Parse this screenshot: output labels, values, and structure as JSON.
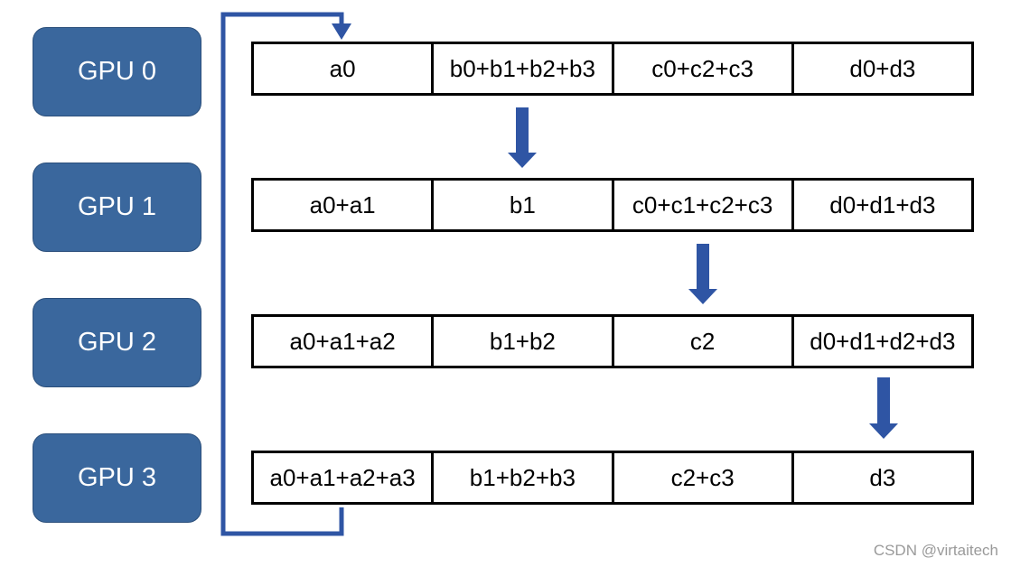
{
  "gpus": [
    {
      "label": "GPU 0"
    },
    {
      "label": "GPU 1"
    },
    {
      "label": "GPU 2"
    },
    {
      "label": "GPU 3"
    }
  ],
  "rows": [
    {
      "cells": [
        "a0",
        "b0+b1+b2+b3",
        "c0+c2+c3",
        "d0+d3"
      ]
    },
    {
      "cells": [
        "a0+a1",
        "b1",
        "c0+c1+c2+c3",
        "d0+d1+d3"
      ]
    },
    {
      "cells": [
        "a0+a1+a2",
        "b1+b2",
        "c2",
        "d0+d1+d2+d3"
      ]
    },
    {
      "cells": [
        "a0+a1+a2+a3",
        "b1+b2+b3",
        "c2+c3",
        "d3"
      ]
    }
  ],
  "watermark": "CSDN @virtaitech",
  "colors": {
    "gpu_box": "#3a679d",
    "arrow": "#2f55a4",
    "border": "#000000"
  }
}
